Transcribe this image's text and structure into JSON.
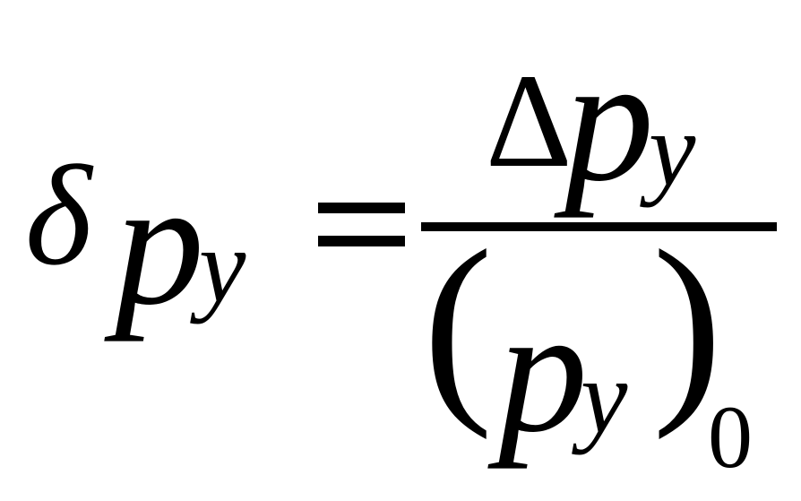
{
  "formula": {
    "lhs": {
      "delta": "δ",
      "variable": "p",
      "subscript": "y"
    },
    "numerator": {
      "delta": "Δ",
      "variable": "p",
      "subscript": "y"
    },
    "denominator": {
      "open_paren": "(",
      "variable": "p",
      "subscript": "y",
      "close_paren": ")",
      "outer_subscript": "0"
    }
  },
  "colors": {
    "text": "#000000",
    "background": "#ffffff"
  }
}
